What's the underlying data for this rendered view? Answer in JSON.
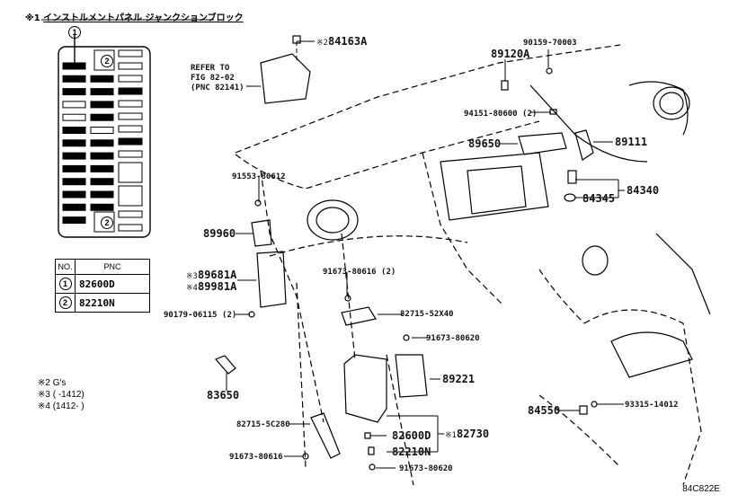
{
  "title": {
    "marker": "※1",
    "text": "インストルメントパネル ジャンクションブロック"
  },
  "fuse_box": {
    "callout_1": "1",
    "callout_2": "2"
  },
  "pnc_table": {
    "headers": [
      "NO.",
      "PNC"
    ],
    "rows": [
      {
        "no": "1",
        "pnc": "82600D"
      },
      {
        "no": "2",
        "pnc": "82210N"
      }
    ]
  },
  "footnotes": [
    "※2 G's",
    "※3 (      -1412)",
    "※4 (1412-      )"
  ],
  "refer": {
    "line1": "REFER TO",
    "line2": "FIG 82-02",
    "line3": "(PNC 82141)"
  },
  "parts": {
    "p84163a": {
      "marker": "※2",
      "pnc": "84163A"
    },
    "p90159": "90159-70003",
    "p89120a": "89120A",
    "p94151": "94151-80600 (2)",
    "p89650": "89650",
    "p89111": "89111",
    "p84340": "84340",
    "p84345": "84345",
    "p91553": "91553-80612",
    "p89960": "89960",
    "p89681a": {
      "marker": "※3",
      "pnc": "89681A"
    },
    "p89981a": {
      "marker": "※4",
      "pnc": "89981A"
    },
    "p90179": "90179-06115 (2)",
    "p91673_616_2": "91673-80616 (2)",
    "p82715_52x40": "82715-52X40",
    "p91673_620a": "91673-80620",
    "p89221": "89221",
    "p83650": "83650",
    "p82715_5c280": "82715-5C280",
    "p82600d": "82600D",
    "p82210n": "82210N",
    "p82730": {
      "marker": "※1",
      "pnc": "82730"
    },
    "p91673_616": "91673-80616",
    "p91673_620b": "91673-80620",
    "p84550": "84550",
    "p93315": "93315-14012"
  },
  "diagram_code": "84C822E"
}
